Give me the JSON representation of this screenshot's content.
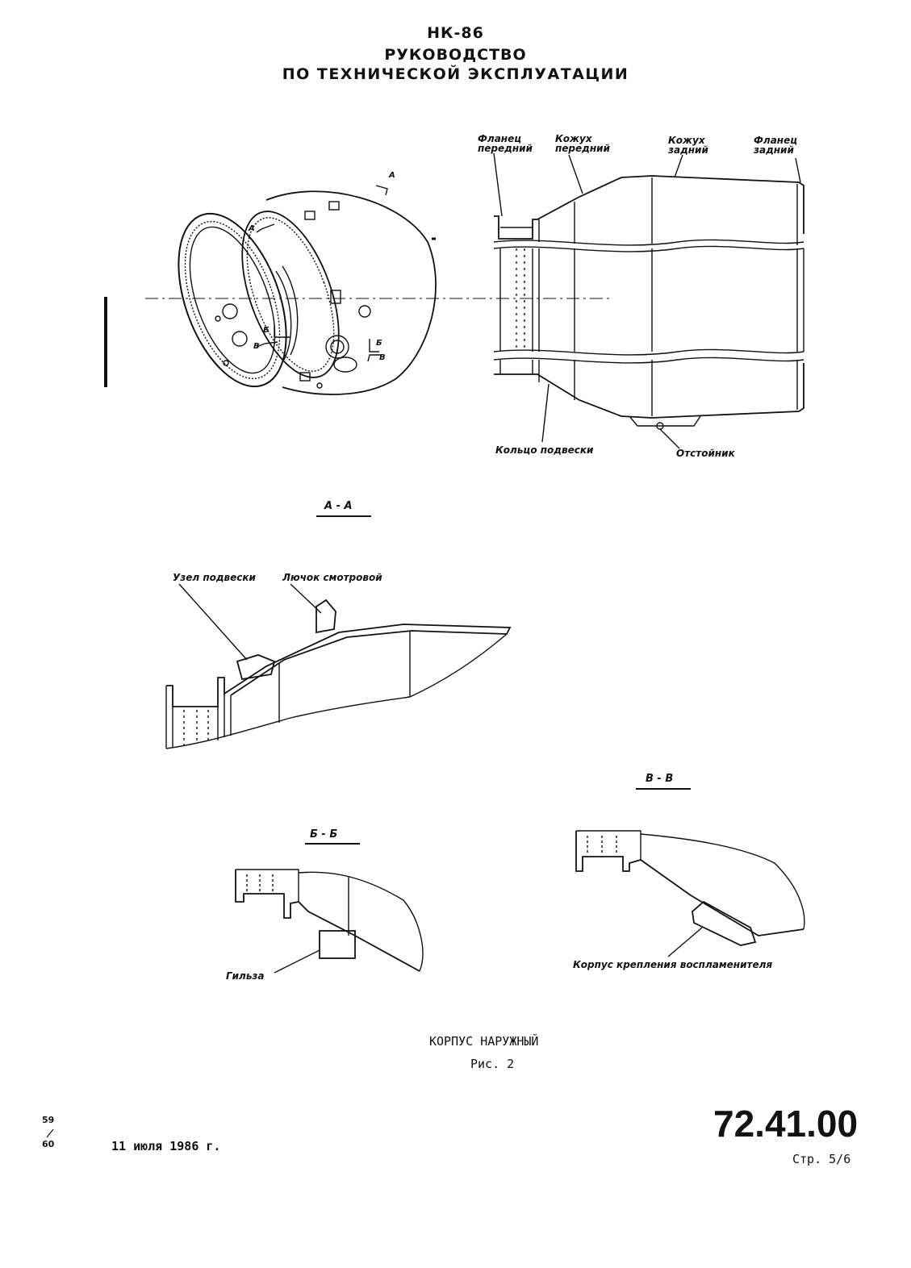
{
  "header": {
    "line1": "НК-86",
    "line2": "РУКОВОДСТВО",
    "line3": "ПО ТЕХНИЧЕСКОЙ ЭКСПЛУАТАЦИИ"
  },
  "labels": {
    "flange_front": [
      "Фланец",
      "передний"
    ],
    "casing_front": [
      "Кожух",
      "передний"
    ],
    "casing_rear": [
      "Кожух",
      "задний"
    ],
    "flange_rear": [
      "Фланец",
      "задний"
    ],
    "suspension_ring": "Кольцо подвески",
    "sump": "Отстойник",
    "suspension_unit": "Узел подвески",
    "inspection_hatch": "Лючок смотровой",
    "sleeve": "Гильза",
    "igniter_mount": "Корпус крепления воспламенителя",
    "marker_a": "А",
    "marker_b": "Б",
    "marker_v": "В"
  },
  "sections": {
    "aa": "А - А",
    "bb": "Б - Б",
    "vv": "В - В"
  },
  "caption": {
    "title": "КОРПУС НАРУЖНЫЙ",
    "figure": "Рис. 2"
  },
  "footer": {
    "page_top": "59",
    "page_bottom": "60",
    "date": "11 июля 1986 г.",
    "code": "72.41.00",
    "page": "Стр. 5/6"
  }
}
